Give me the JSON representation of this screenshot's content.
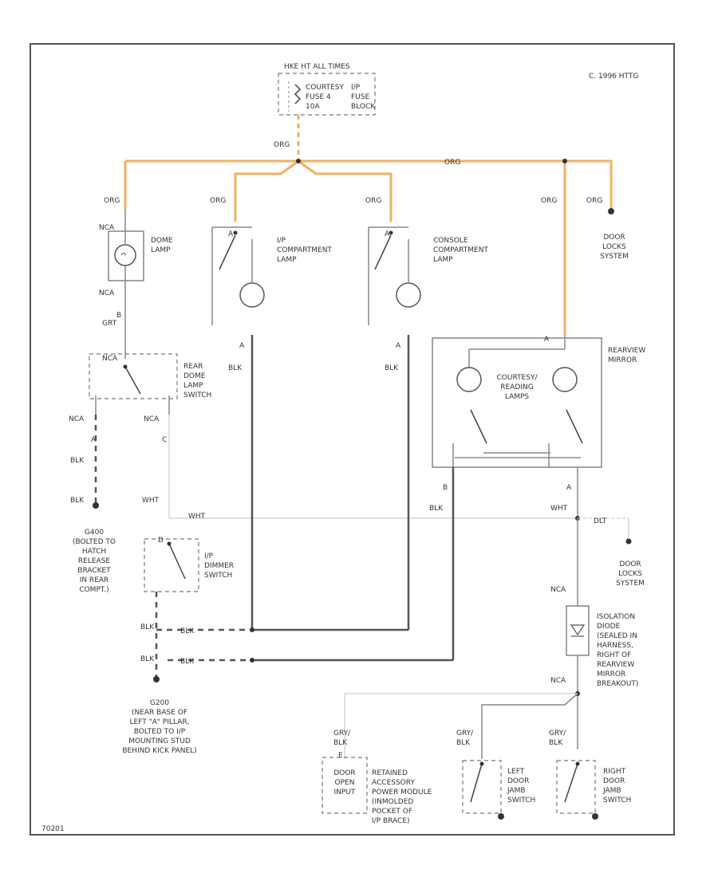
{
  "title_box": {
    "line1": "HKE HT ALL TIMES"
  },
  "copyright": "C. 1996 HTTG",
  "fuse": {
    "label": [
      "COURTESY",
      "FUSE 4",
      "10A"
    ],
    "block": [
      "I/P",
      "FUSE",
      "BLOCK"
    ]
  },
  "wires": {
    "org": "ORG",
    "blk": "BLK",
    "nca": "NCA",
    "grt": "GRT",
    "wht": "WHT",
    "grybl": "GRY/",
    "blkword": "BLK",
    "dlt": "DLT"
  },
  "components": {
    "dome": [
      "DOME",
      "LAMP"
    ],
    "ip_comp": [
      "I/P",
      "COMPARTMENT",
      "LAMP"
    ],
    "console": [
      "CONSOLE",
      "COMPARTMENT",
      "LAMP"
    ],
    "door_locks1": [
      "DOOR",
      "LOCKS",
      "SYSTEM"
    ],
    "rearview": [
      "REARVIEW",
      "MIRROR"
    ],
    "reading": [
      "COURTESY/",
      "READING",
      "LAMPS"
    ],
    "rear_dome_switch": [
      "REAR",
      "DOME",
      "LAMP",
      "SWITCH"
    ],
    "dimmer": [
      "I/P",
      "DIMMER",
      "SWITCH"
    ],
    "door_locks2": [
      "DOOR",
      "LOCKS",
      "SYSTEM"
    ],
    "isolation": [
      "ISOLATION",
      "DIODE",
      "(SEALED IN",
      "HARNESS,",
      "RIGHT OF",
      "REARVIEW",
      "MIRROR",
      "BREAKOUT)"
    ],
    "g400": [
      "G400",
      "(BOLTED TO",
      "HATCH",
      "RELEASE",
      "BRACKET",
      "IN REAR",
      "COMPT.)"
    ],
    "g200": [
      "G200",
      "(NEAR BASE OF",
      "LEFT \"A\" PILLAR,",
      "BOLTED TO I/P",
      "MOUNTING STUD",
      "BEHIND KICK PANEL)"
    ],
    "rap": [
      "RETAINED",
      "ACCESSORY",
      "POWER MODULE",
      "(INMOLDED",
      "POCKET OF",
      "I/P BRACE)"
    ],
    "rap_inner": [
      "DOOR",
      "OPEN",
      "INPUT"
    ],
    "left_jamb": [
      "LEFT",
      "DOOR",
      "JAMB",
      "SWITCH"
    ],
    "right_jamb": [
      "RIGHT",
      "DOOR",
      "JAMB",
      "SWITCH"
    ]
  },
  "pins": {
    "a": "A",
    "b": "B",
    "c": "C",
    "e": "E",
    "d": "D"
  },
  "footer_code": "70201"
}
